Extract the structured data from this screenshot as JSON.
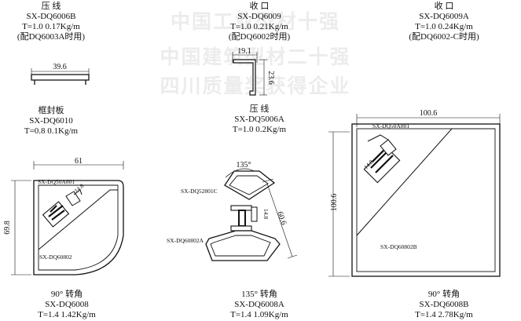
{
  "watermark": [
    "中国工业型材十强",
    "中国建筑型材二十强",
    "四川质量奖获得企业"
  ],
  "captions": {
    "a": [
      "压 线",
      "SX-DQ6006B",
      "T=1.0 0.17Kg/m",
      "(配DQ6003A时用)"
    ],
    "b": [
      "收 口",
      "SX-DQ6009",
      "T=1.0 0.21Kg/m",
      "(配DQ6002时用)"
    ],
    "c": [
      "收 口",
      "SX-DQ6009A",
      "T=1.0 0.24Kg/m",
      "(配DQ6002-C时用)"
    ],
    "d": [
      "框封板",
      "SX-DQ6010",
      "T=0.8 0.1Kg/m"
    ],
    "e": [
      "压 线",
      "SX-DQ5006A",
      "T=1.0 0.2Kg/m"
    ],
    "f": [
      "90° 转角",
      "SX-DQ6008",
      "T=1.4 1.42Kg/m"
    ],
    "g": [
      "135° 转角",
      "SX-DQ6008A",
      "T=1.4 1.09Kg/m"
    ],
    "h": [
      "90° 转角",
      "SX-DQ6008B",
      "T=1.4 2.78Kg/m"
    ]
  },
  "dims": {
    "d_width": "39.6",
    "b_width": "19.1",
    "b_height": "23.6",
    "f_width": "61",
    "f_height": "69.8",
    "f_small": "14.8",
    "g_angle": "135°",
    "g_len": "60.6",
    "g_small": "14.8",
    "h_width": "100.6",
    "h_height": "100.6",
    "h_small": "14.8"
  },
  "parts": {
    "f_top": "SX-DQ50A801",
    "f_bottom": "SX-DQ60802",
    "g_top": "SX-DQ52801C",
    "g_bottom": "SX-DQ60802A",
    "h_top": "SX-DQ50A801",
    "h_bottom": "SX-DQ60802B"
  }
}
